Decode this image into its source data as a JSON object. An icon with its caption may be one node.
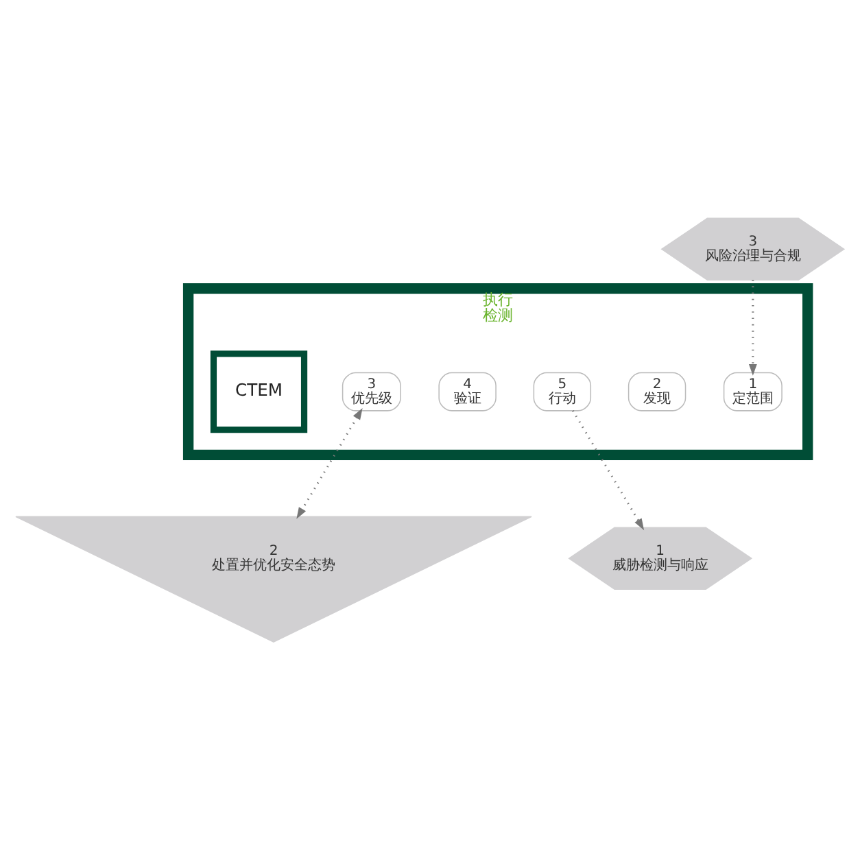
{
  "diagram": {
    "nodes": [
      {
        "text": [
          "1",
          "威胁检测与响应"
        ]
      },
      {
        "text": [
          "2",
          "处置并优化安全态势"
        ]
      },
      {
        "text": [
          "3",
          "风险治理与合规"
        ]
      },
      {
        "text": [
          "执行",
          "检测"
        ]
      },
      {
        "text": [
          "1",
          "定范围"
        ],
        "in": 3
      },
      {
        "text": [
          "2",
          "发现"
        ],
        "in": 3
      },
      {
        "text": [
          "3",
          "优先级"
        ],
        "in": 3
      },
      {
        "text": [
          "4",
          "验证"
        ],
        "in": 3
      },
      {
        "text": [
          "5",
          "行动"
        ],
        "in": 3
      },
      {
        "text": [
          "CTEM"
        ],
        "in": 3
      }
    ],
    "edges": [
      {
        "from": 2,
        "to": 4,
        "arrow": "to"
      },
      {
        "from": 8,
        "to": 0,
        "arrow": "to"
      },
      {
        "from": 6,
        "to": 1,
        "arrow": "both"
      }
    ]
  }
}
